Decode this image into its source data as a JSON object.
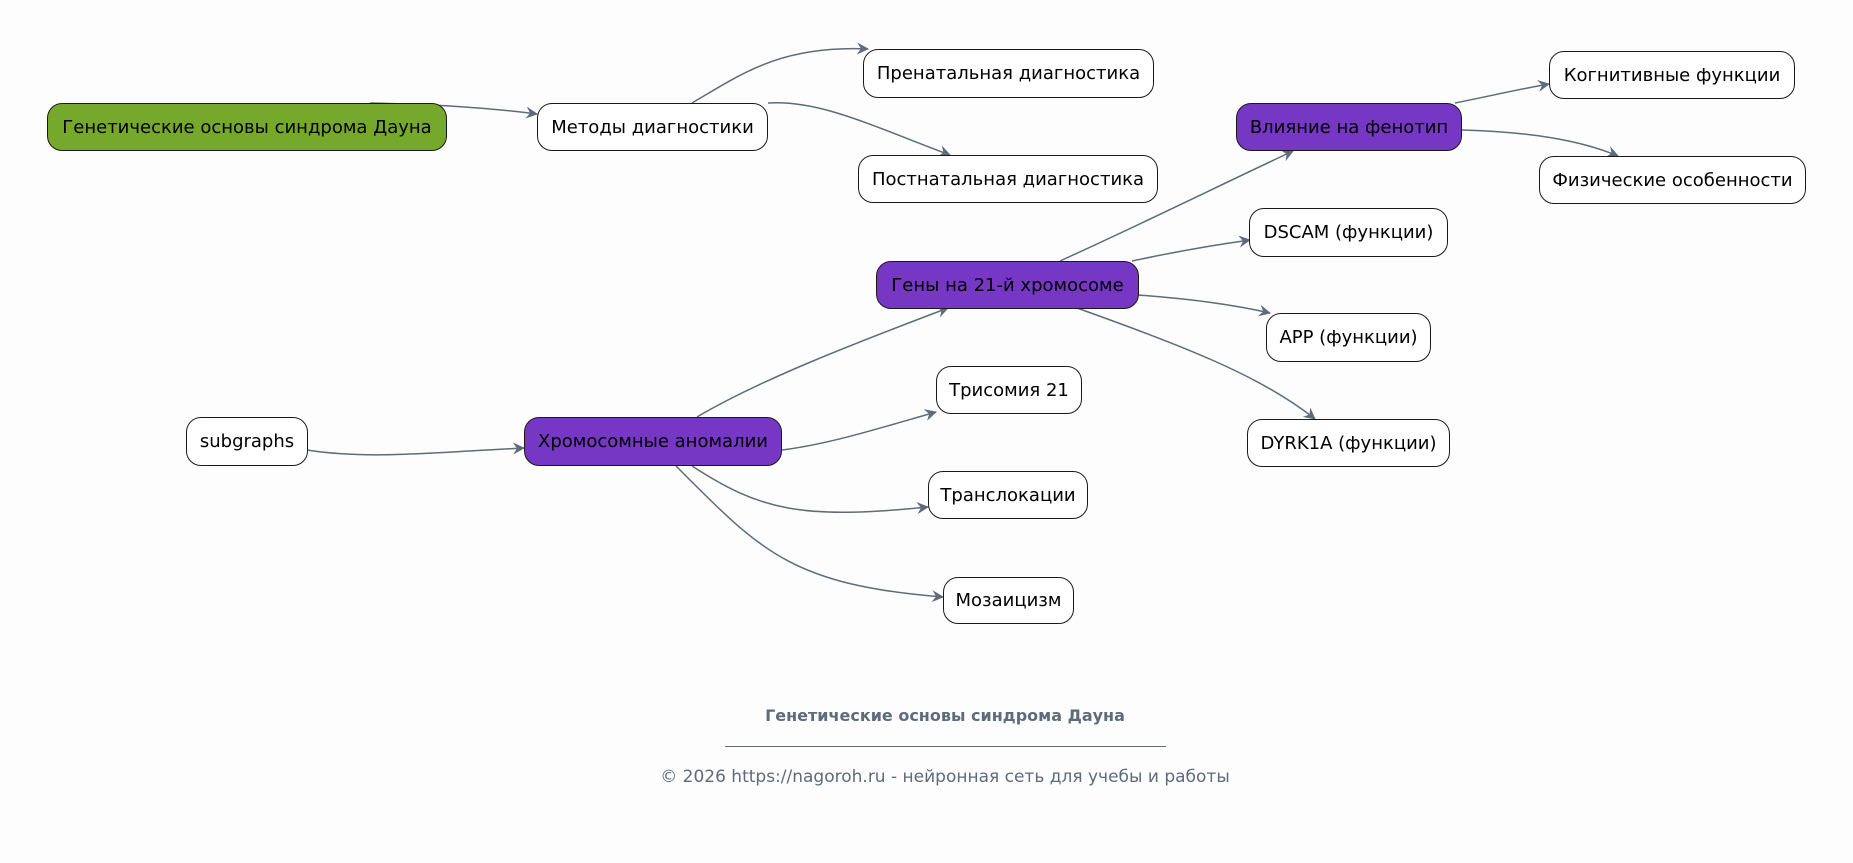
{
  "diagram": {
    "type": "mindmap",
    "nodes": {
      "root": {
        "label": "Генетические основы синдрома Дауна",
        "style": "root"
      },
      "subgraphs": {
        "label": "subgraphs",
        "style": "leaf"
      },
      "methods": {
        "label": "Методы диагностики",
        "style": "leaf"
      },
      "prenatal": {
        "label": "Пренатальная диагностика",
        "style": "leaf"
      },
      "postnatal": {
        "label": "Постнатальная диагностика",
        "style": "leaf"
      },
      "chromo": {
        "label": "Хромосомные аномалии",
        "style": "hub"
      },
      "genes": {
        "label": "Гены на 21-й хромосоме",
        "style": "hub"
      },
      "trisomy": {
        "label": "Трисомия 21",
        "style": "leaf"
      },
      "transloc": {
        "label": "Транслокации",
        "style": "leaf"
      },
      "mosaic": {
        "label": "Мозаицизм",
        "style": "leaf"
      },
      "phenotype": {
        "label": "Влияние на фенотип",
        "style": "hub"
      },
      "dscam": {
        "label": "DSCAM (функции)",
        "style": "leaf"
      },
      "app": {
        "label": "APP (функции)",
        "style": "leaf"
      },
      "dyrk1a": {
        "label": "DYRK1A (функции)",
        "style": "leaf"
      },
      "cognitive": {
        "label": "Когнитивные функции",
        "style": "leaf"
      },
      "physical": {
        "label": "Физические особенности",
        "style": "leaf"
      }
    },
    "edges": [
      [
        "root",
        "methods"
      ],
      [
        "methods",
        "prenatal"
      ],
      [
        "methods",
        "postnatal"
      ],
      [
        "subgraphs",
        "chromo"
      ],
      [
        "chromo",
        "genes"
      ],
      [
        "chromo",
        "trisomy"
      ],
      [
        "chromo",
        "transloc"
      ],
      [
        "chromo",
        "mosaic"
      ],
      [
        "genes",
        "phenotype"
      ],
      [
        "genes",
        "dscam"
      ],
      [
        "genes",
        "app"
      ],
      [
        "genes",
        "dyrk1a"
      ],
      [
        "phenotype",
        "cognitive"
      ],
      [
        "phenotype",
        "physical"
      ]
    ],
    "colors": {
      "root": "#76a82b",
      "hub": "#7537c4",
      "leaf": "#ffffff",
      "edge": "#5f6b7a"
    }
  },
  "footer": {
    "title": "Генетические основы синдрома Дауна",
    "copyright": "© 2026 https://nagoroh.ru - нейронная сеть для учебы и работы"
  }
}
